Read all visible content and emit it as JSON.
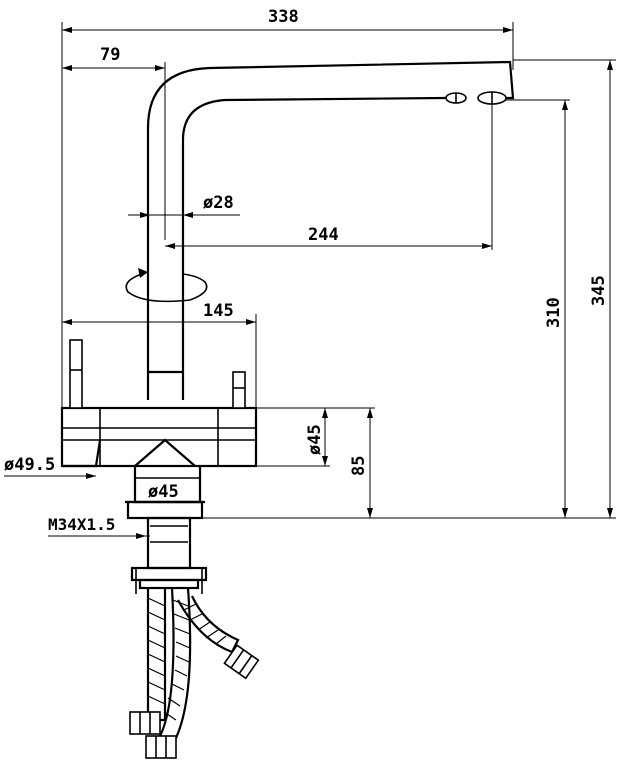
{
  "drawing": {
    "dimensions": {
      "spout_reach": "338",
      "axis_offset": "79",
      "tube_diameter": "ø28",
      "outlet_offset": "244",
      "body_width": "145",
      "body_diameter": "ø45",
      "side_diameter": "ø49.5",
      "base_diameter": "ø45",
      "thread": "M34X1.5",
      "body_height": "85",
      "outlet_height": "310",
      "total_height": "345"
    },
    "colors": {
      "line": "#000000",
      "background": "#ffffff"
    }
  }
}
